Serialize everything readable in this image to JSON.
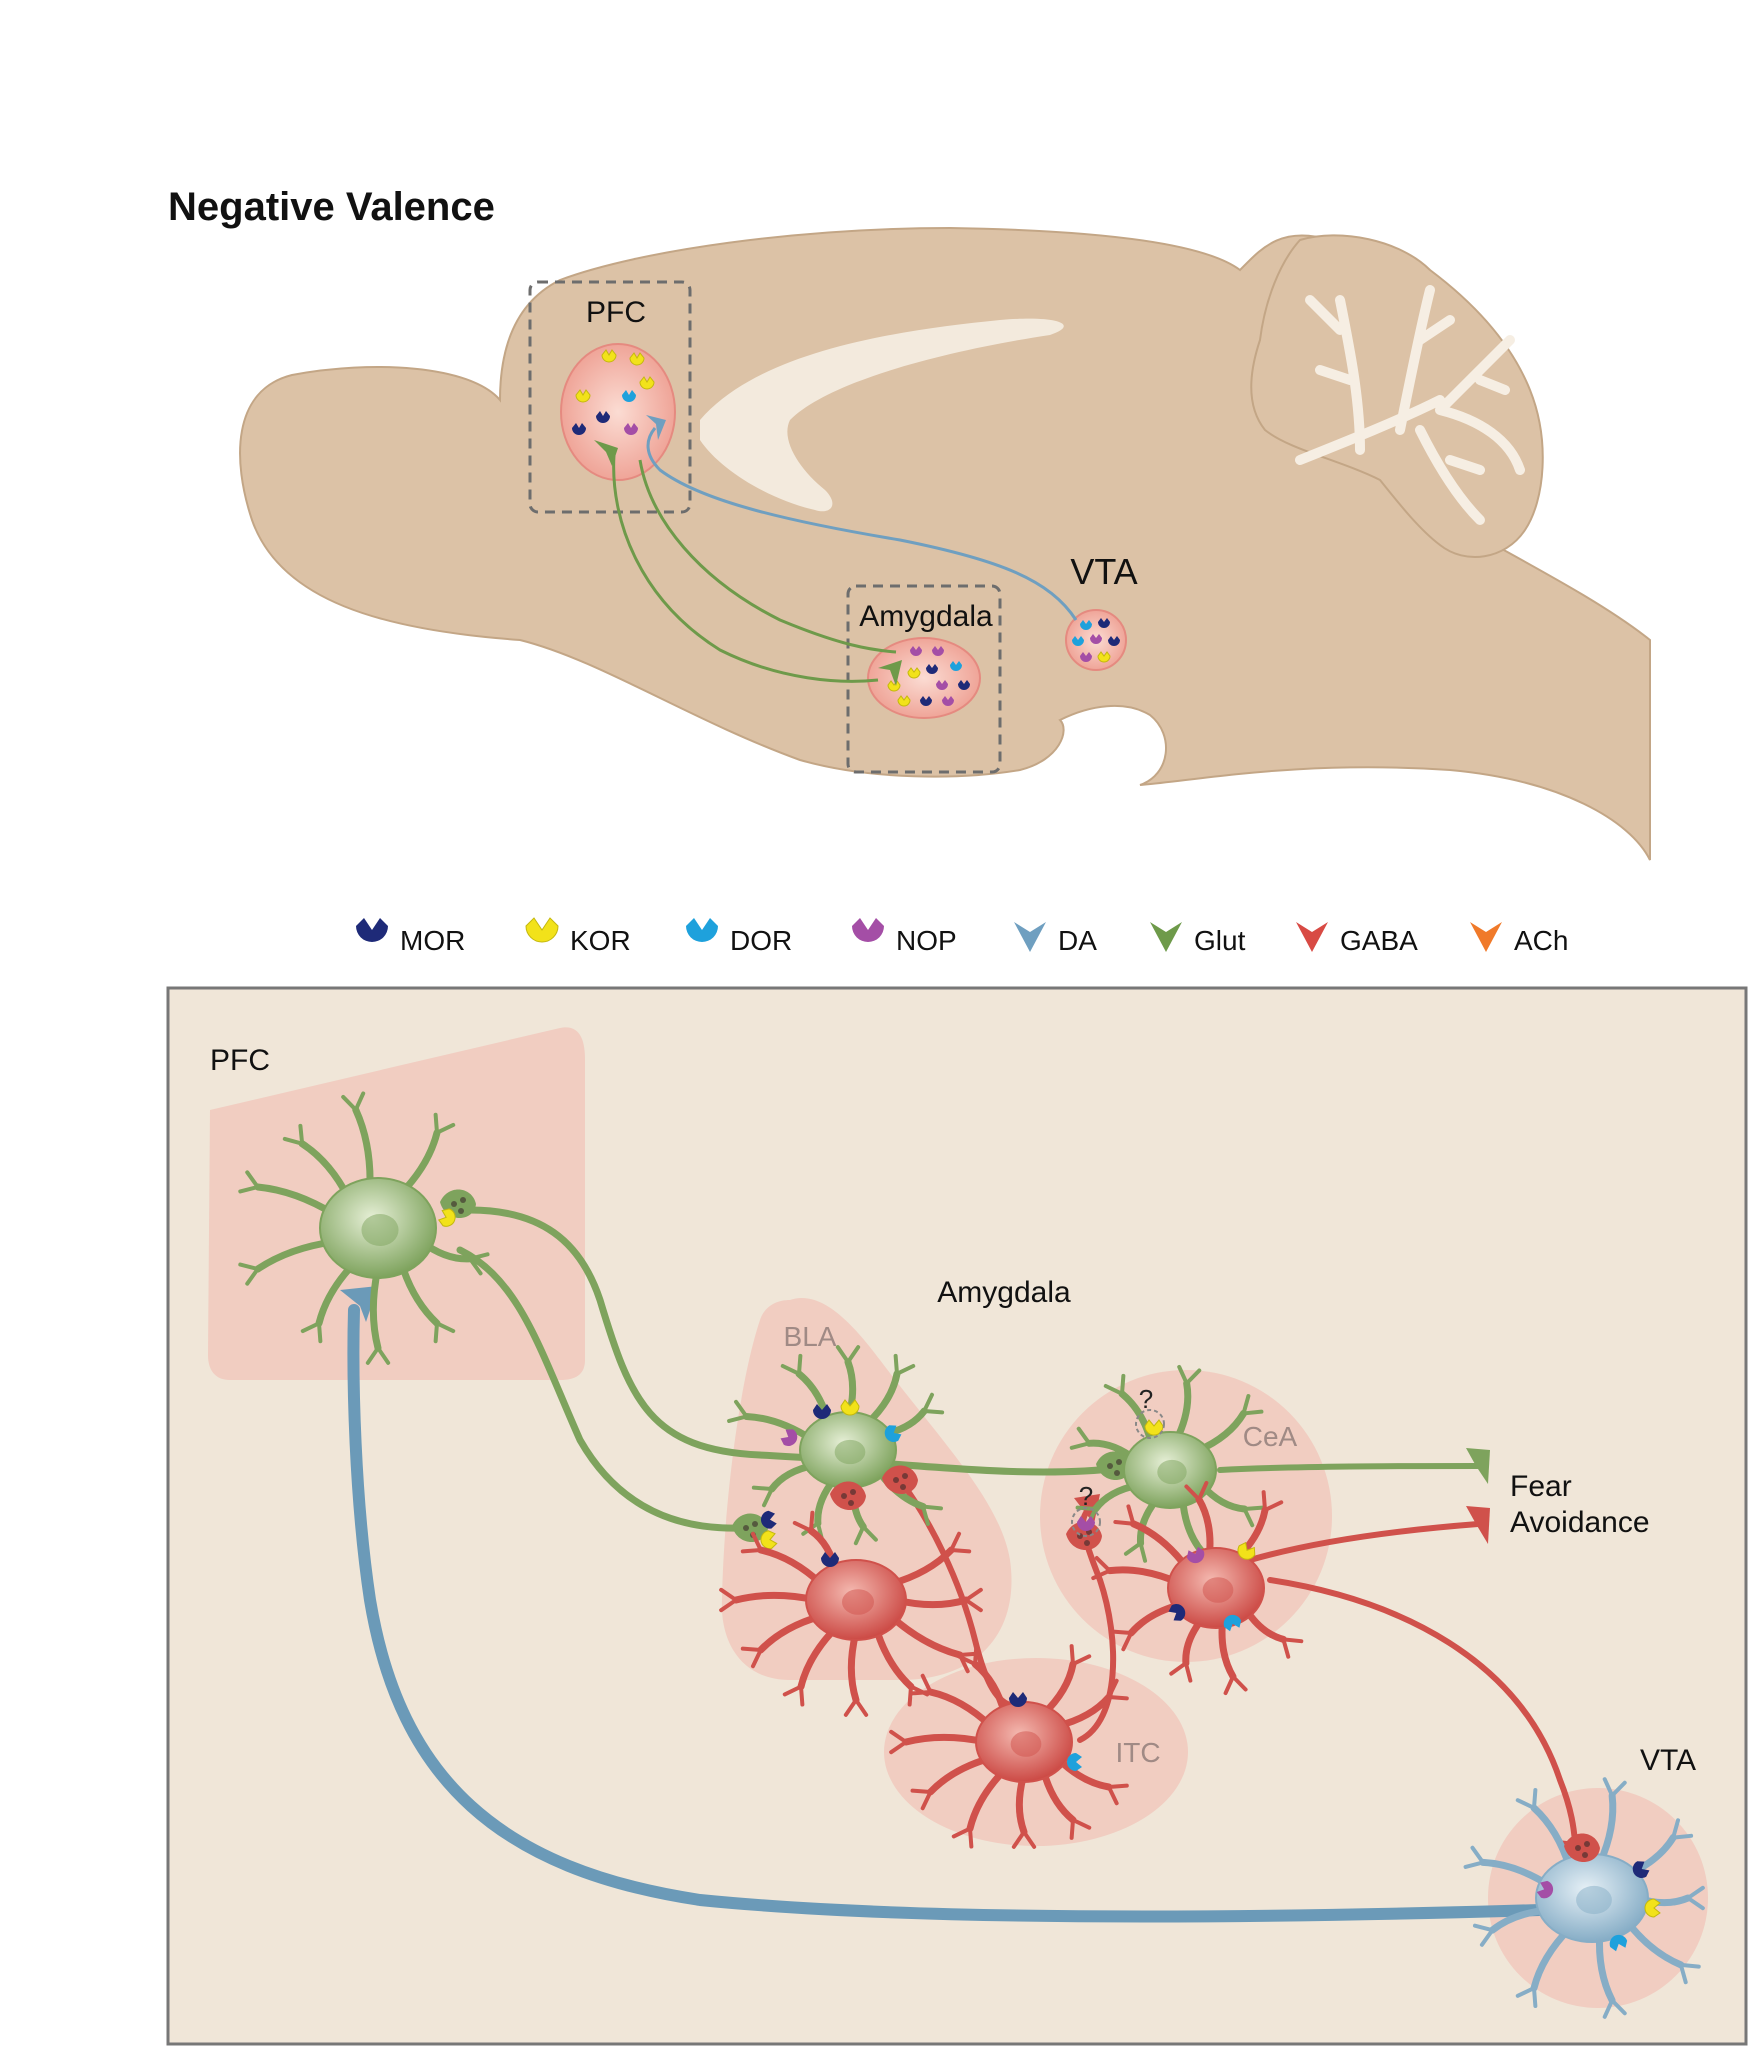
{
  "title": "Negative Valence",
  "brain": {
    "regions": {
      "pfc": "PFC",
      "amygdala": "Amygdala",
      "vta": "VTA"
    }
  },
  "legend": [
    {
      "key": "mor",
      "label": "MOR",
      "color": "#1e2a78",
      "kind": "receptor"
    },
    {
      "key": "kor",
      "label": "KOR",
      "color": "#f2e21a",
      "kind": "receptor"
    },
    {
      "key": "dor",
      "label": "DOR",
      "color": "#1ea1dc",
      "kind": "receptor"
    },
    {
      "key": "nop",
      "label": "NOP",
      "color": "#a44ea6",
      "kind": "receptor"
    },
    {
      "key": "da",
      "label": "DA",
      "color": "#6f9fc0",
      "kind": "transmitter"
    },
    {
      "key": "glut",
      "label": "Glut",
      "color": "#6e9a4a",
      "kind": "transmitter"
    },
    {
      "key": "gaba",
      "label": "GABA",
      "color": "#d84a44",
      "kind": "transmitter"
    },
    {
      "key": "ach",
      "label": "ACh",
      "color": "#f07a2a",
      "kind": "transmitter"
    }
  ],
  "circuit": {
    "pfc": "PFC",
    "amygdala": "Amygdala",
    "bla": "BLA",
    "cea": "CeA",
    "itc": "ITC",
    "vta": "VTA",
    "question_mark": "?",
    "outputs": {
      "fear": "Fear",
      "avoidance": "Avoidance"
    }
  },
  "colors": {
    "brain": "#dcc2a6",
    "brain_stroke": "#bfa384",
    "panel_bg": "#f0e6d8",
    "region_fill": "#f0c6b8",
    "glut_neuron": "#7ea35d",
    "gaba_neuron": "#d0514b",
    "da_neuron": "#8fb4cc"
  }
}
